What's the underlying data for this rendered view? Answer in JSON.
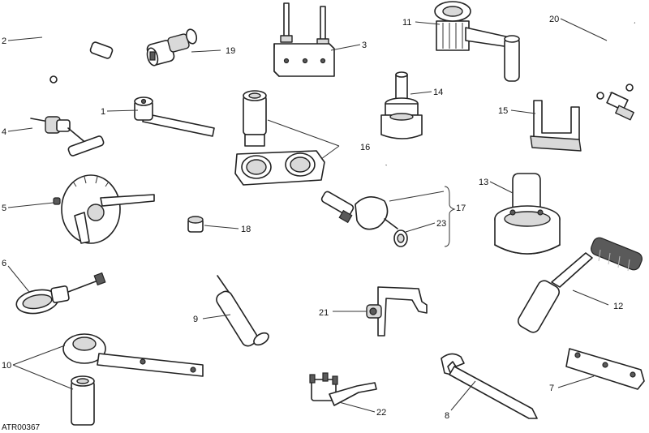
{
  "diagram": {
    "reference_code": "ATR00367",
    "callouts": [
      {
        "id": "c1",
        "label": "1"
      },
      {
        "id": "c2",
        "label": "2"
      },
      {
        "id": "c3",
        "label": "3"
      },
      {
        "id": "c4",
        "label": "4"
      },
      {
        "id": "c5",
        "label": "5"
      },
      {
        "id": "c6",
        "label": "6"
      },
      {
        "id": "c7",
        "label": "7"
      },
      {
        "id": "c8",
        "label": "8"
      },
      {
        "id": "c9",
        "label": "9"
      },
      {
        "id": "c10",
        "label": "10"
      },
      {
        "id": "c11",
        "label": "11"
      },
      {
        "id": "c12",
        "label": "12"
      },
      {
        "id": "c13",
        "label": "13"
      },
      {
        "id": "c14",
        "label": "14"
      },
      {
        "id": "c15",
        "label": "15"
      },
      {
        "id": "c16",
        "label": "16"
      },
      {
        "id": "c17",
        "label": "17"
      },
      {
        "id": "c18",
        "label": "18"
      },
      {
        "id": "c19",
        "label": "19"
      },
      {
        "id": "c20",
        "label": "20"
      },
      {
        "id": "c21",
        "label": "21"
      },
      {
        "id": "c22",
        "label": "22"
      },
      {
        "id": "c23",
        "label": "23"
      }
    ]
  }
}
